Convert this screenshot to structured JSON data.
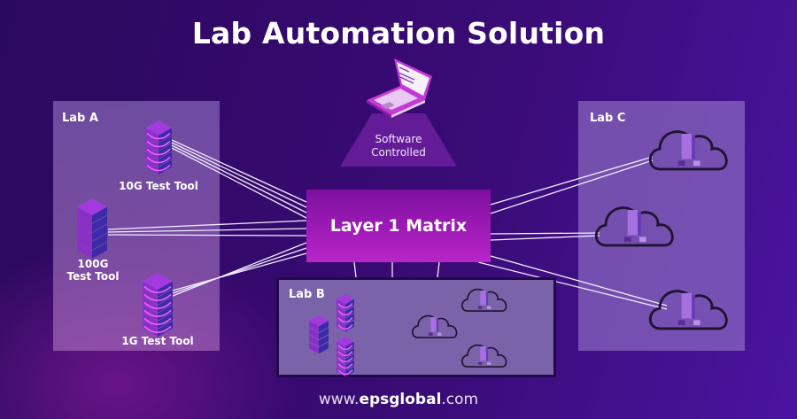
{
  "title": "Lab Automation Solution",
  "software": {
    "label_line1": "Software",
    "label_line2": "Controlled",
    "icon": "laptop-icon"
  },
  "matrix": {
    "label": "Layer 1 Matrix"
  },
  "labs": {
    "a": {
      "label": "Lab A",
      "tools": [
        {
          "label_line1": "10G Test Tool",
          "label_line2": ""
        },
        {
          "label_line1": "100G",
          "label_line2": "Test Tool"
        },
        {
          "label_line1": "1G Test Tool",
          "label_line2": ""
        }
      ]
    },
    "b": {
      "label": "Lab B",
      "servers": 3,
      "clouds": 3
    },
    "c": {
      "label": "Lab C",
      "clouds": 3
    }
  },
  "footer": {
    "prefix": "www.",
    "brand": "epsglobal",
    "suffix": ".com"
  },
  "colors": {
    "background": "#33096a",
    "matrix": "#a21cb8",
    "panel": "#8f72c0",
    "server": "#8a2fc8",
    "accent": "#d440e8"
  }
}
